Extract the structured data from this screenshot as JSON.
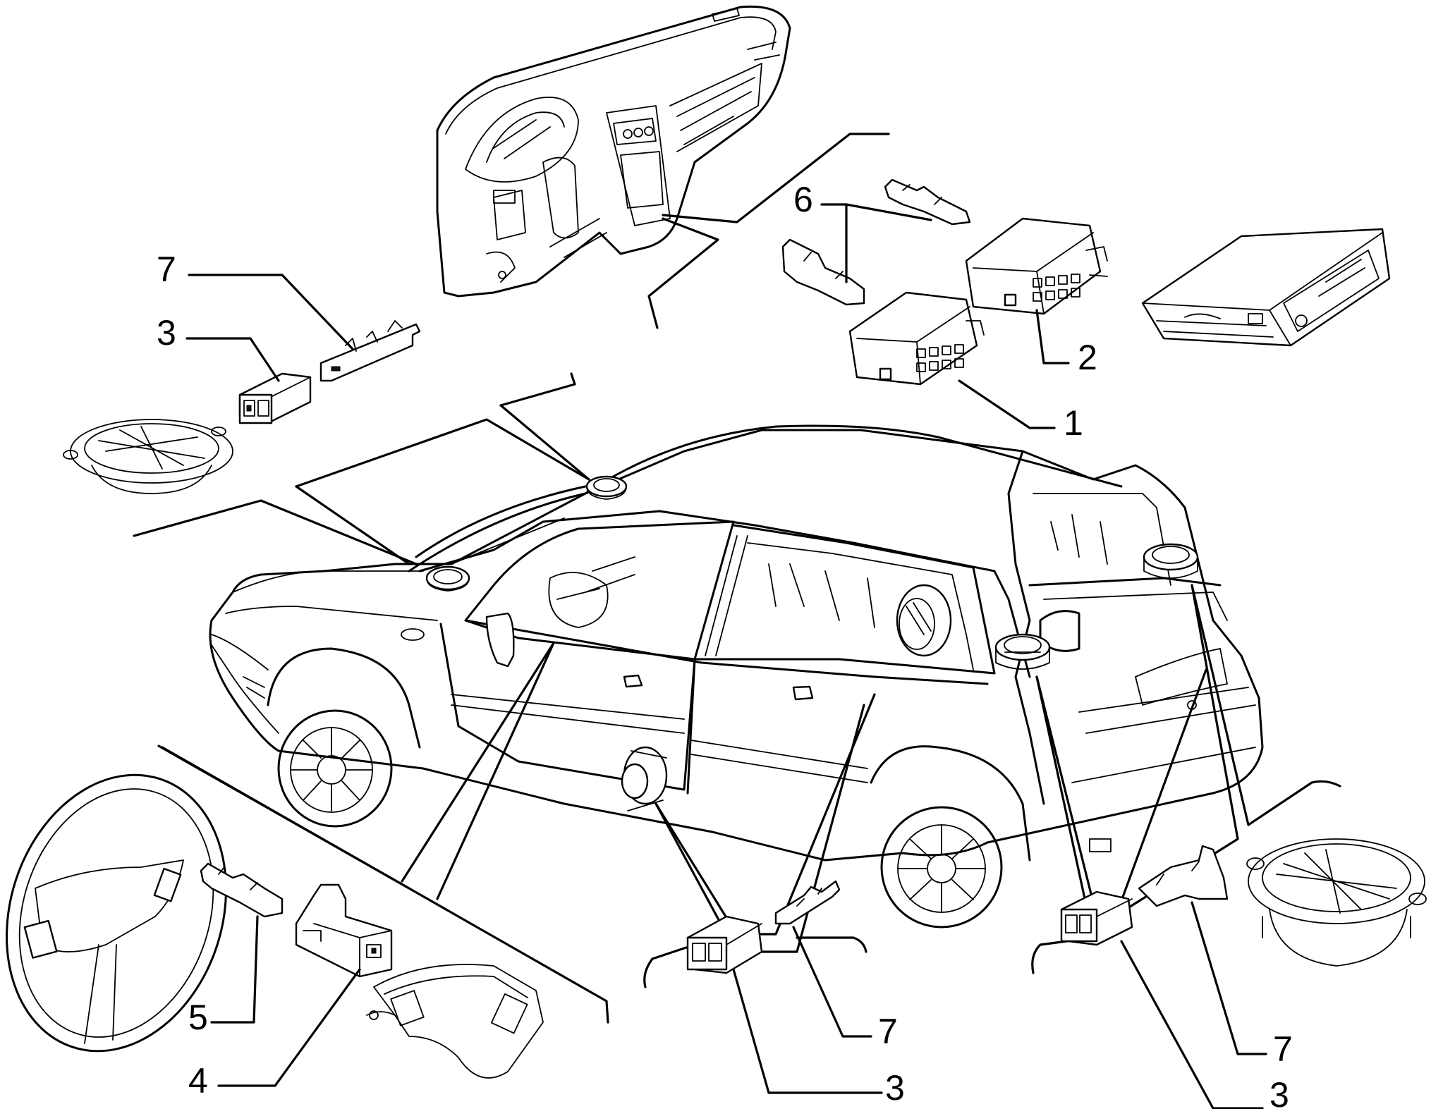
{
  "callouts": {
    "c1": "1",
    "c2": "2",
    "c3a": "3",
    "c3b": "3",
    "c3c": "3",
    "c4": "4",
    "c5": "5",
    "c6": "6",
    "c7a": "7",
    "c7b": "7",
    "c7c": "7"
  },
  "colors": {
    "ink": "#000000",
    "paper": "#ffffff"
  }
}
